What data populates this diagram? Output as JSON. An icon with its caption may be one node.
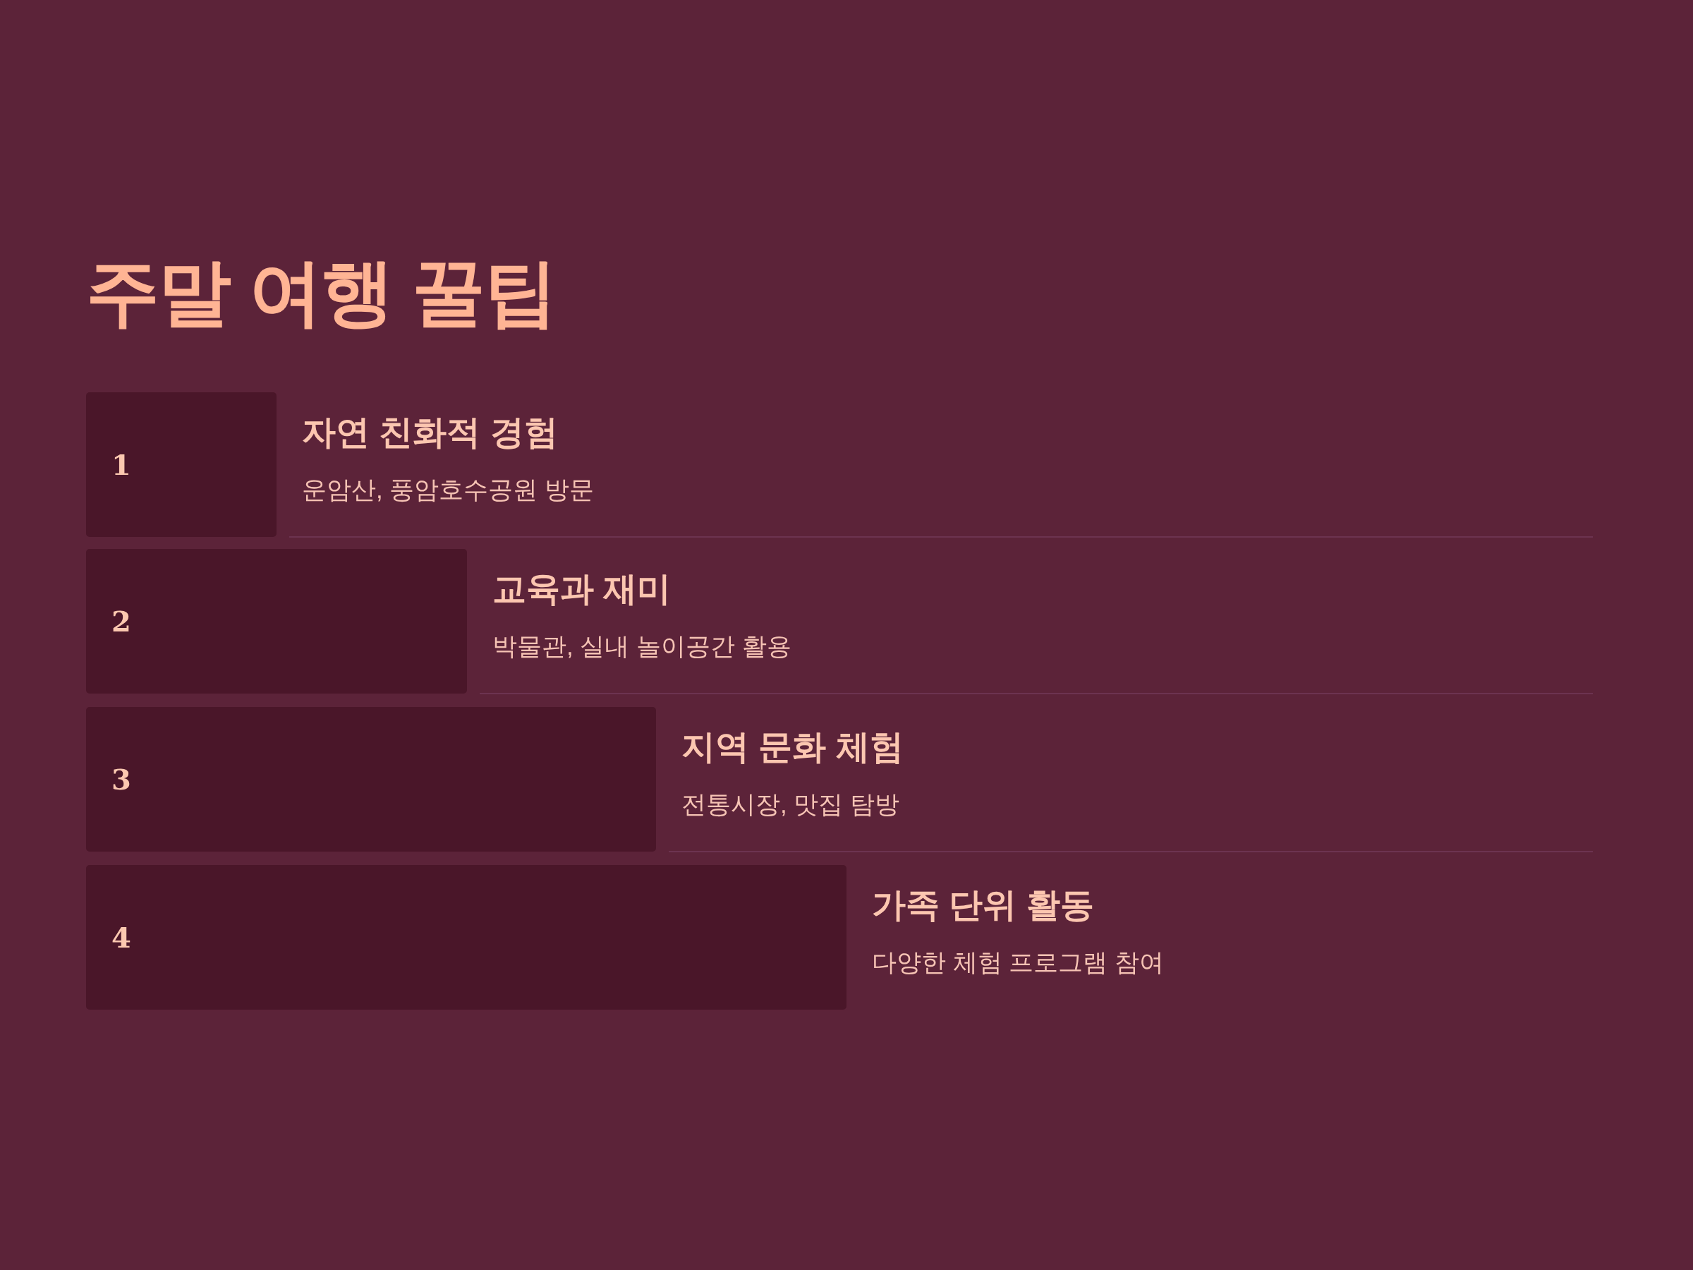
{
  "diagram": {
    "title": "주말 여행 꿀팁",
    "nodes": [
      {
        "text": [
          "1"
        ],
        "beside": [
          "자연 친화적 경험",
          "운암산, 풍암호수공원 방문"
        ]
      },
      {
        "text": [
          "2"
        ],
        "beside": [
          "교육과 재미",
          "박물관, 실내 놀이공간 활용"
        ]
      },
      {
        "text": [
          "3"
        ],
        "beside": [
          "지역 문화 체험",
          "전통시장, 맛집 탐방"
        ]
      },
      {
        "text": [
          "4"
        ],
        "beside": [
          "가족 단위 활동",
          "다양한 체험 프로그램 참여"
        ]
      }
    ]
  }
}
